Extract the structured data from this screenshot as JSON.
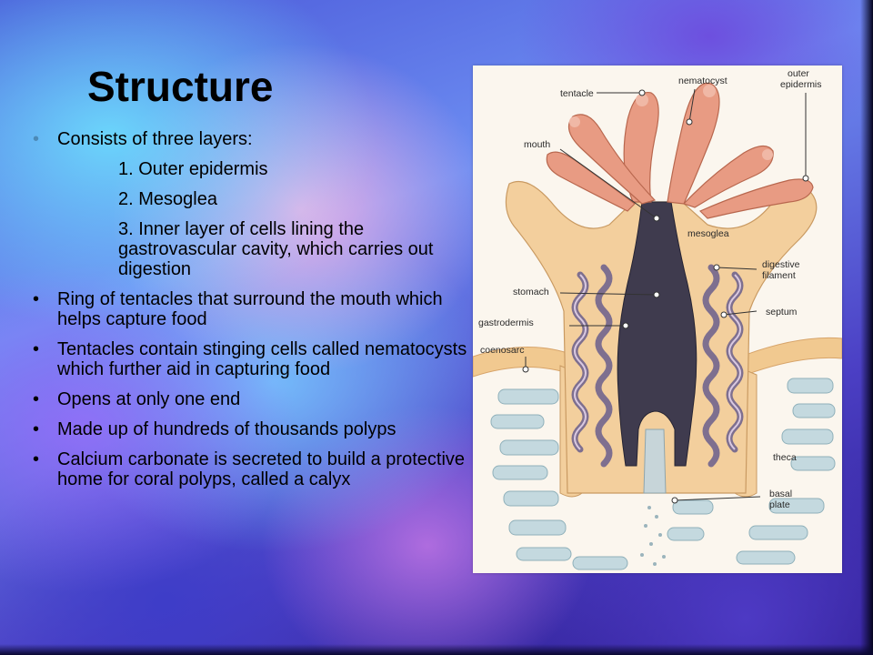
{
  "slide": {
    "title": "Structure",
    "list": [
      {
        "text": "Consists of three layers:",
        "level": 1,
        "bullet": true
      },
      {
        "text": "1. Outer epidermis",
        "level": 2,
        "bullet": false
      },
      {
        "text": "2. Mesoglea",
        "level": 2,
        "bullet": false
      },
      {
        "text": "3. Inner layer of cells lining the gastrovascular cavity, which carries out digestion",
        "level": 2,
        "bullet": false
      },
      {
        "text": "Ring of tentacles that surround the mouth which helps capture food",
        "level": 1,
        "bullet": true
      },
      {
        "text": "Tentacles contain stinging cells called nematocysts which further aid in capturing food",
        "level": 1,
        "bullet": true
      },
      {
        "text": "Opens at only one end",
        "level": 1,
        "bullet": true
      },
      {
        "text": "Made up of hundreds of thousands polyps",
        "level": 1,
        "bullet": true
      },
      {
        "text": "Calcium carbonate is secreted to build a protective home for coral polyps, called a calyx",
        "level": 1,
        "bullet": true
      }
    ]
  },
  "diagram": {
    "labels": {
      "tentacle": "tentacle",
      "nematocyst": "nematocyst",
      "outer_1": "outer",
      "outer_2": "epidermis",
      "mouth": "mouth",
      "mesoglea": "mesoglea",
      "digestive_1": "digestive",
      "digestive_2": "filament",
      "stomach": "stomach",
      "septum": "septum",
      "gastrodermis": "gastrodermis",
      "coenosarc": "coenosarc",
      "theca": "theca",
      "basal_1": "basal",
      "basal_2": "plate"
    },
    "colors": {
      "tentacle": "#e89b83",
      "body": "#f3cf9d",
      "cavity": "#3f3b4e",
      "skeleton": "#c4d9df"
    }
  }
}
